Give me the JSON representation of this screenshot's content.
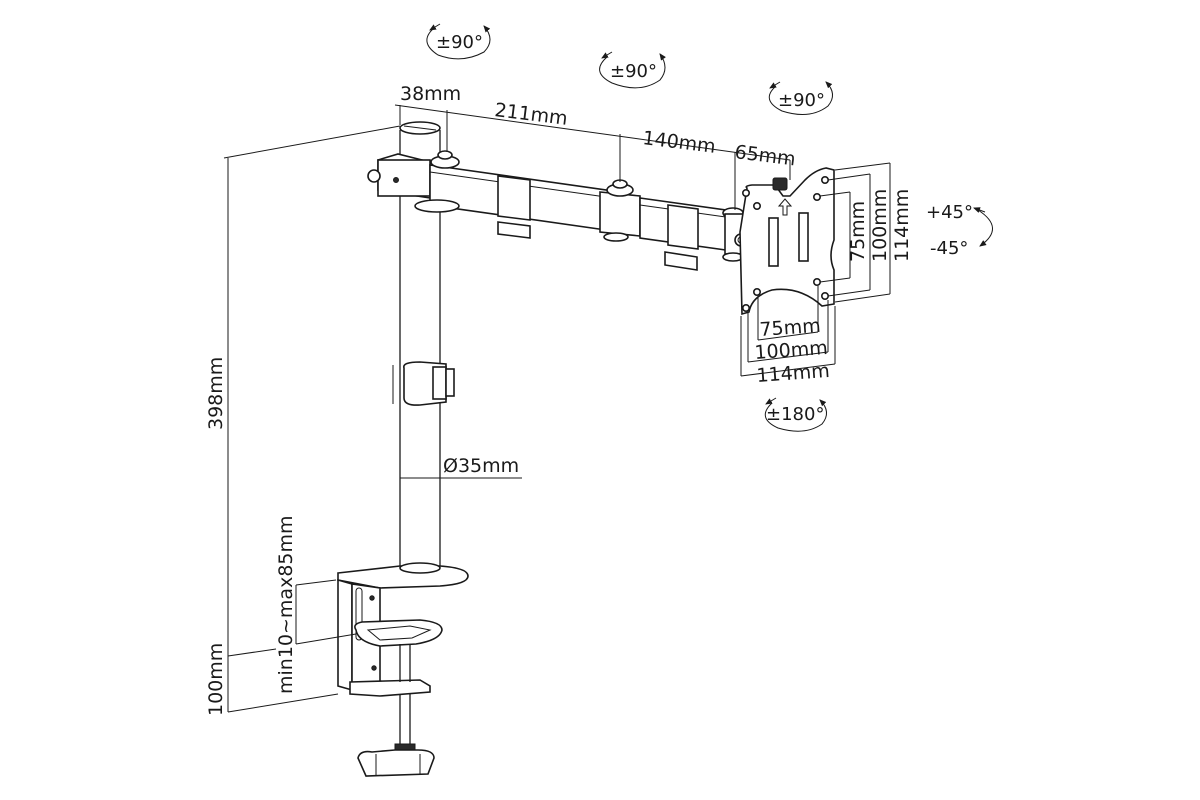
{
  "diagram": {
    "title": "Single Monitor Desk Mount Arm - Dimensions",
    "dimensions": {
      "pole_offset": "38mm",
      "arm_first": "211mm",
      "arm_second": "140mm",
      "head_offset": "65mm",
      "height_total": "398mm",
      "clamp_height": "100mm",
      "clamp_range": "min10~max85mm",
      "pole_diameter": "Ø35mm",
      "vesa_h_75": "75mm",
      "vesa_h_100": "100mm",
      "plate_h_114": "114mm",
      "vesa_v_75": "75mm",
      "vesa_v_100": "100mm",
      "plate_v_114": "114mm"
    },
    "rotations": {
      "pole_swivel": "±90°",
      "elbow_swivel": "±90°",
      "head_swivel": "±90°",
      "screen_rotation": "±180°",
      "tilt_up": "+45°",
      "tilt_down": "-45°"
    },
    "colors": {
      "line": "#1a1a1a",
      "background": "#ffffff"
    }
  }
}
